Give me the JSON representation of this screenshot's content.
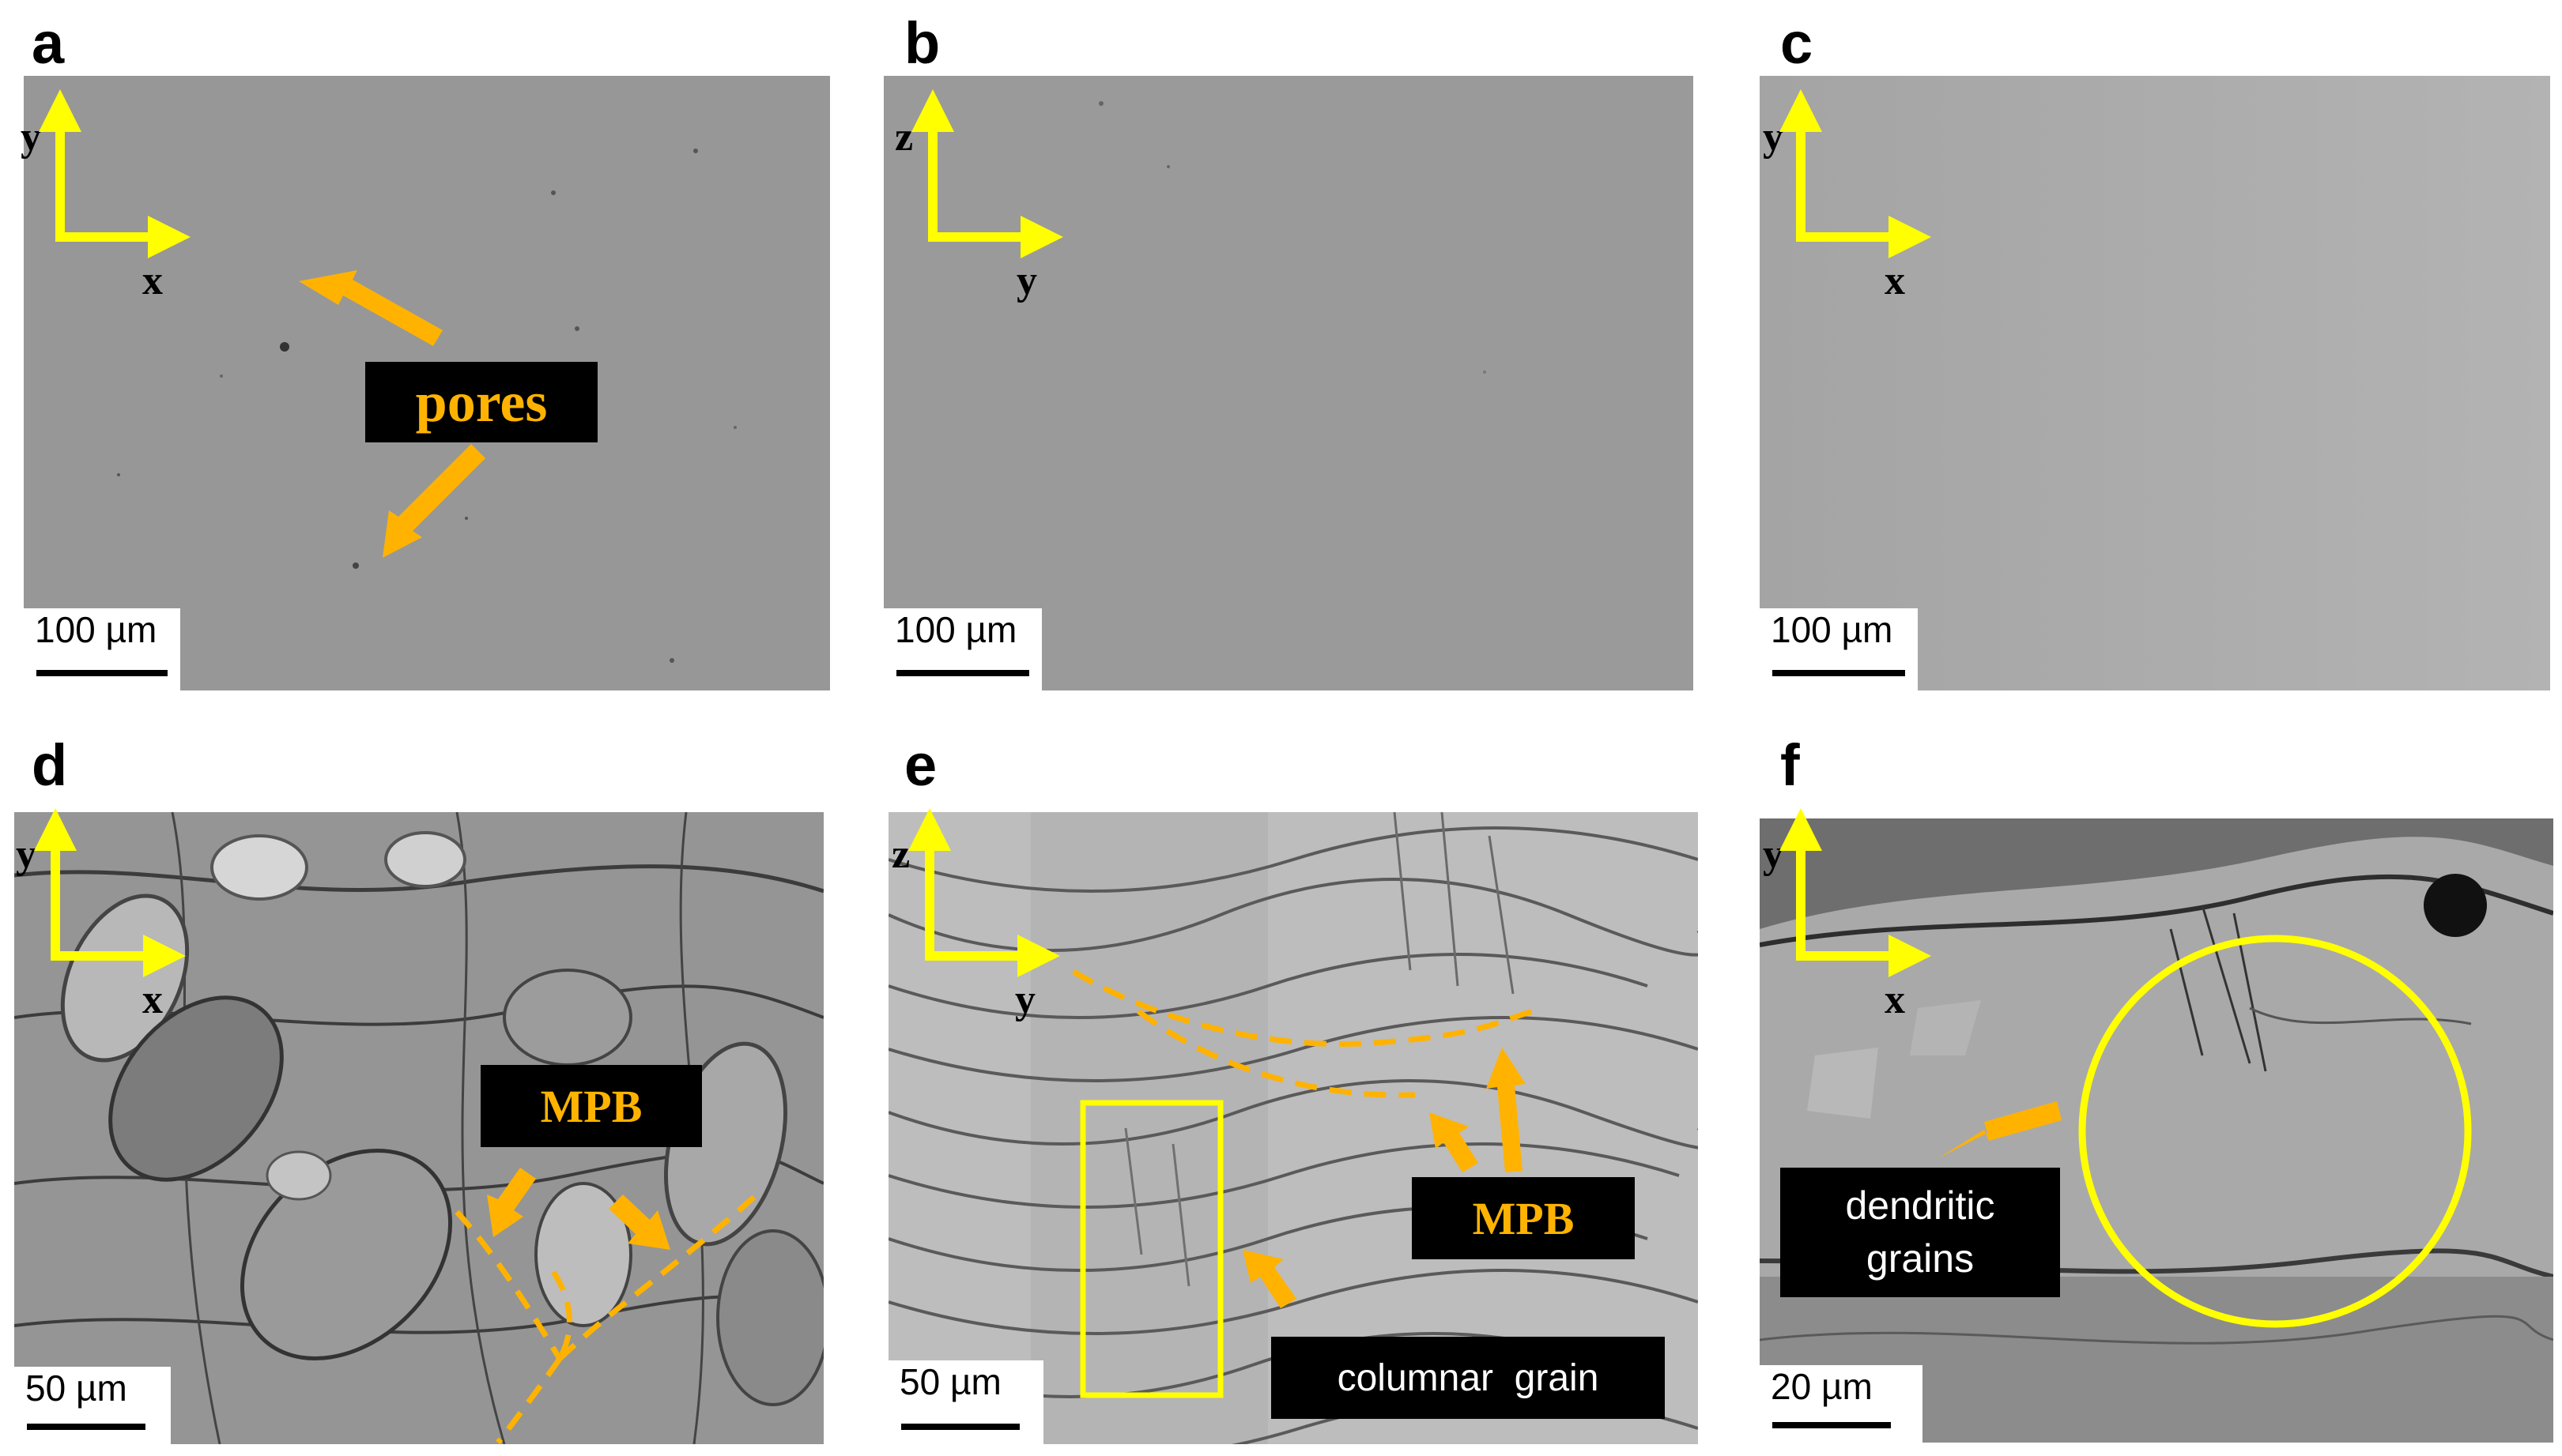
{
  "panels": {
    "a": {
      "letter": "a",
      "axis_v": "y",
      "axis_h": "x",
      "scale": "100 µm"
    },
    "b": {
      "letter": "b",
      "axis_v": "z",
      "axis_h": "y",
      "scale": "100 µm"
    },
    "c": {
      "letter": "c",
      "axis_v": "y",
      "axis_h": "x",
      "scale": "100 µm"
    },
    "d": {
      "letter": "d",
      "axis_v": "y",
      "axis_h": "x",
      "scale": "50 µm"
    },
    "e": {
      "letter": "e",
      "axis_v": "z",
      "axis_h": "y",
      "scale": "50 µm"
    },
    "f": {
      "letter": "f",
      "axis_v": "y",
      "axis_h": "x",
      "scale": "20 µm"
    }
  },
  "annotations": {
    "pores": "pores",
    "mpb_d": "MPB",
    "mpb_e": "MPB",
    "columnar": "columnar  grain",
    "dendritic_line1": "dendritic",
    "dendritic_line2": "grains"
  },
  "colors": {
    "axis_arrow": "#ffff00",
    "annotation_arrow": "#ffb300",
    "highlight_outline": "#ffff00",
    "callout_background": "#000000",
    "callout_text_gold": "#ffb300",
    "callout_text_white": "#ffffff"
  }
}
